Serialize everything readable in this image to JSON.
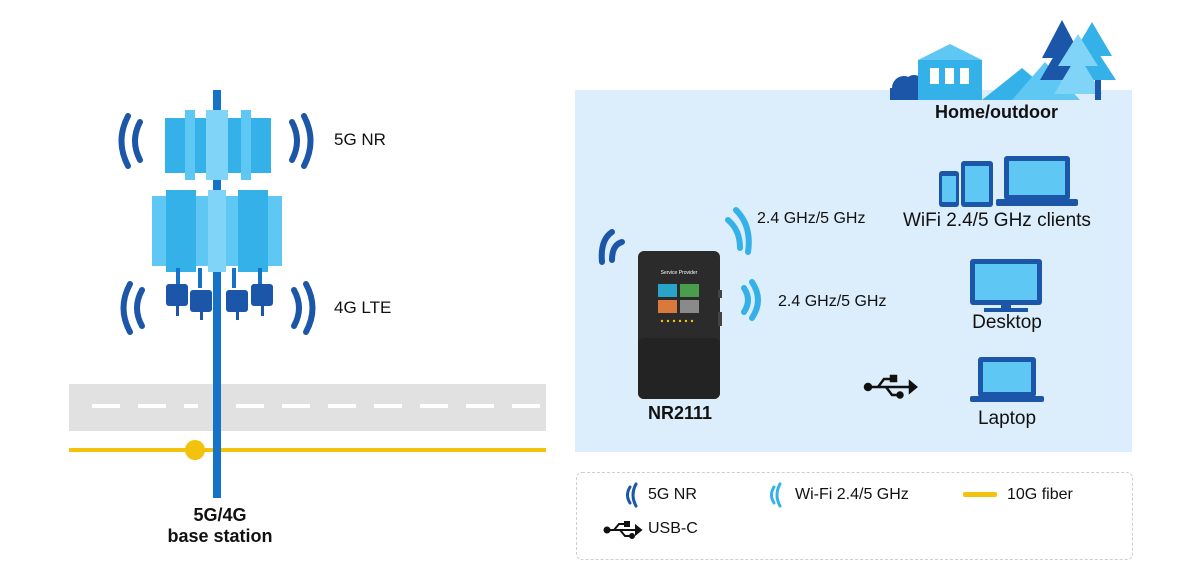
{
  "tower": {
    "label_5g": "5G NR",
    "label_4g": "4G LTE",
    "caption_line1": "5G/4G",
    "caption_line2": "base station"
  },
  "scene": {
    "home_label": "Home/outdoor",
    "device_name": "NR2111",
    "device_screen_title": "Service Provider",
    "wifi_band_top": "2.4 GHz/5 GHz",
    "wifi_band_mid": "2.4 GHz/5 GHz",
    "clients_label": "WiFi 2.4/5 GHz clients",
    "desktop_label": "Desktop",
    "laptop_label": "Laptop"
  },
  "legend": {
    "items": [
      {
        "icon": "5g-signal-icon",
        "label": "5G NR",
        "color": "#1c56a8"
      },
      {
        "icon": "wifi-signal-icon",
        "label": "Wi-Fi 2.4/5 GHz",
        "color": "#35b1ea"
      },
      {
        "icon": "fiber-line-icon",
        "label": "10G fiber",
        "color": "#f2c20c"
      },
      {
        "icon": "usb-icon",
        "label": "USB-C",
        "color": "#111111"
      }
    ]
  },
  "colors": {
    "dark_blue": "#1c56a8",
    "light_blue": "#35b1ea",
    "pale_blue": "#dcedfb",
    "yellow": "#f2c20c",
    "road_gray": "#e1e1e1"
  }
}
